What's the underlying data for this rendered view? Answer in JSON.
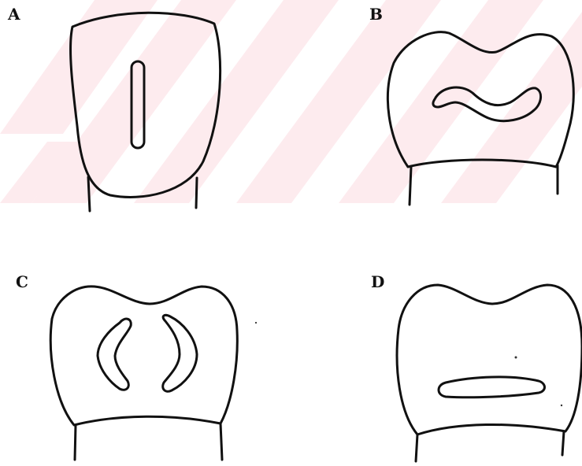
{
  "panels": [
    {
      "id": "A",
      "label": "A",
      "cavity_shape": "vertical-slot"
    },
    {
      "id": "B",
      "label": "B",
      "cavity_shape": "s-curve"
    },
    {
      "id": "C",
      "label": "C",
      "cavity_shape": "paired-arcs"
    },
    {
      "id": "D",
      "label": "D",
      "cavity_shape": "horizontal-slot"
    }
  ],
  "colors": {
    "stroke": "#111111",
    "background": "#ffffff",
    "watermark": "#fde8ec"
  }
}
